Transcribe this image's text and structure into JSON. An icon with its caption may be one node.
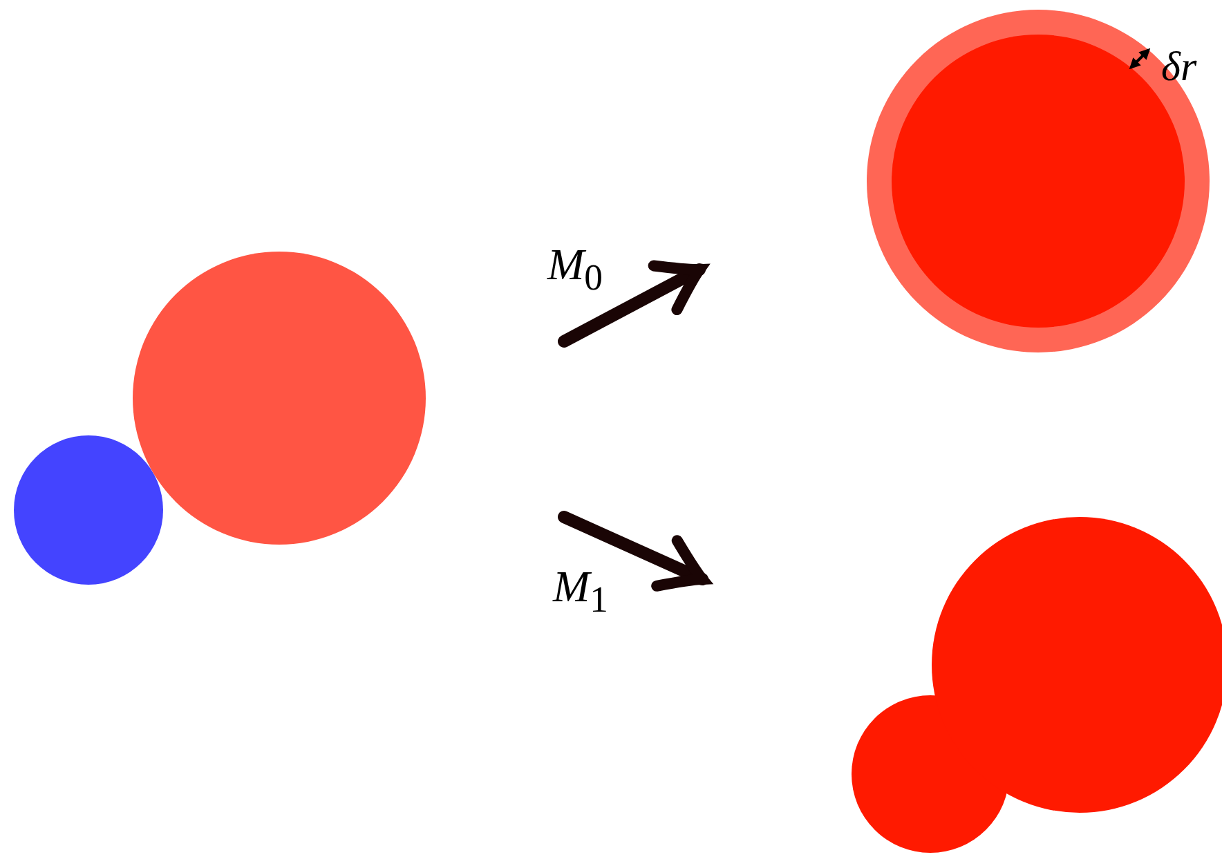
{
  "diagram": {
    "nodes": [
      {
        "text": [],
        "shape": "circle"
      },
      {
        "text": [],
        "shape": "circle"
      },
      {
        "text": [],
        "shape": "circle"
      },
      {
        "text": [],
        "shape": "circle",
        "in": 2
      },
      {
        "text": [],
        "shape": "circle"
      },
      {
        "text": [],
        "shape": "circle"
      }
    ],
    "labels": [
      "δr",
      "*M*$_{0}$",
      "*M*$_{1}$"
    ]
  }
}
